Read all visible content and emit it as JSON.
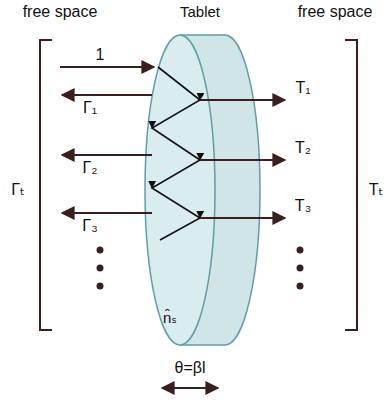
{
  "diagram": {
    "nodes": [
      {
        "text": [
          "Tablet",
          "n̂ₛ"
        ]
      }
    ],
    "labels": [
      "free space",
      "free space",
      "1",
      "Γ₁",
      "Γ₂",
      "Γ₃",
      "T₁",
      "T₂",
      "T₃",
      "Γₜ",
      "Tₜ",
      "θ=βl"
    ]
  }
}
